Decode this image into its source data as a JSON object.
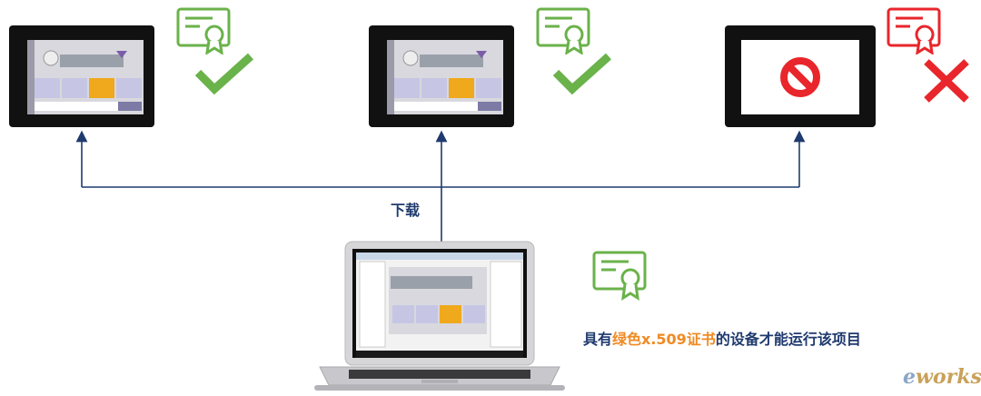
{
  "diagram": {
    "download_label": "下载",
    "caption": {
      "prefix": "具有",
      "highlight": "绿色x.509证书",
      "suffix": "的设备才能运行该项目"
    },
    "watermark": {
      "e": "e",
      "rest": "works"
    },
    "devices": [
      {
        "status": "valid",
        "cert_color": "#6ab24a",
        "mark": "check"
      },
      {
        "status": "valid",
        "cert_color": "#6ab24a",
        "mark": "check"
      },
      {
        "status": "blocked",
        "cert_color": "#e8262b",
        "mark": "cross"
      }
    ],
    "colors": {
      "arrow": "#1f3a6e",
      "green": "#6ab24a",
      "red": "#e8262b",
      "highlight": "#f08a24"
    }
  }
}
